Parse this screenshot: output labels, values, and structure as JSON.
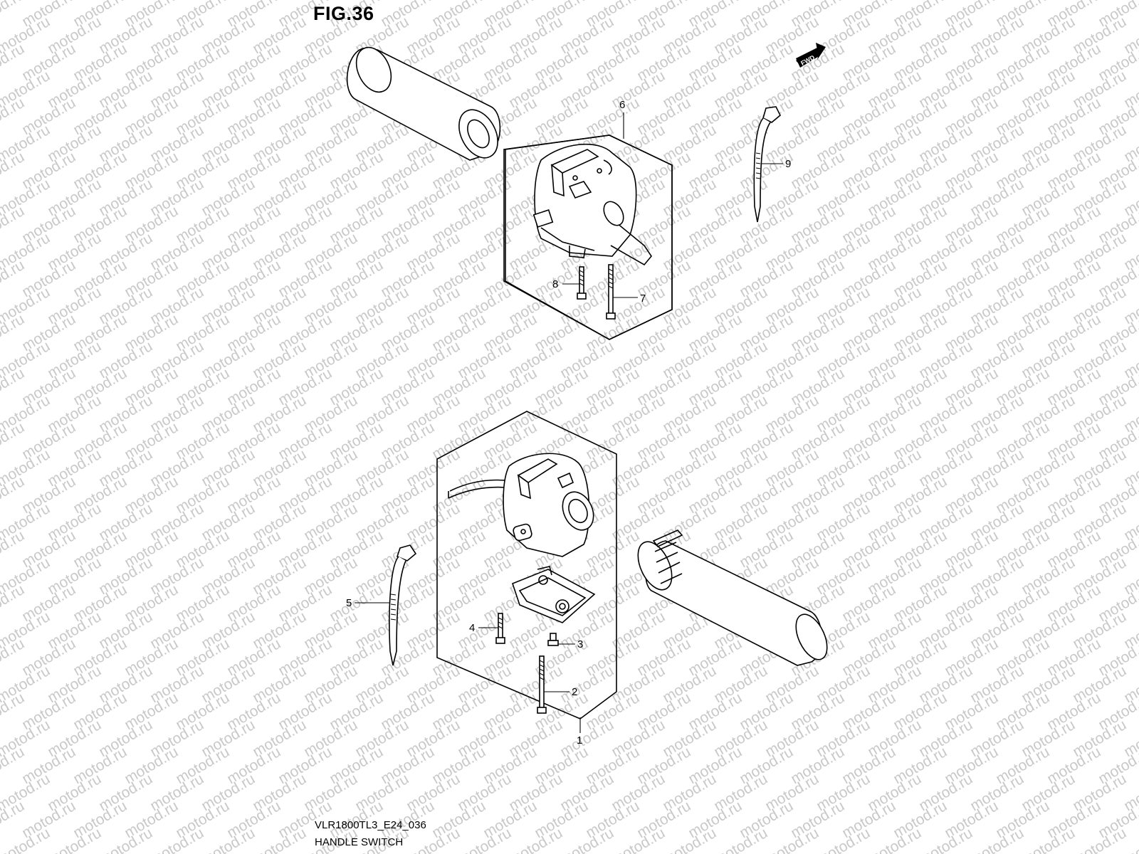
{
  "figure": {
    "title": "FIG.36",
    "code": "VLR1800TL3_E24_036",
    "caption": "HANDLE SWITCH"
  },
  "watermark": {
    "text": "motod.ru",
    "color": "#c9c9c9"
  },
  "direction_badge": "FWD",
  "callouts": [
    {
      "id": "1",
      "label": "1"
    },
    {
      "id": "2",
      "label": "2"
    },
    {
      "id": "3",
      "label": "3"
    },
    {
      "id": "4",
      "label": "4"
    },
    {
      "id": "5",
      "label": "5"
    },
    {
      "id": "6",
      "label": "6"
    },
    {
      "id": "7",
      "label": "7"
    },
    {
      "id": "8",
      "label": "8"
    },
    {
      "id": "9",
      "label": "9"
    }
  ]
}
